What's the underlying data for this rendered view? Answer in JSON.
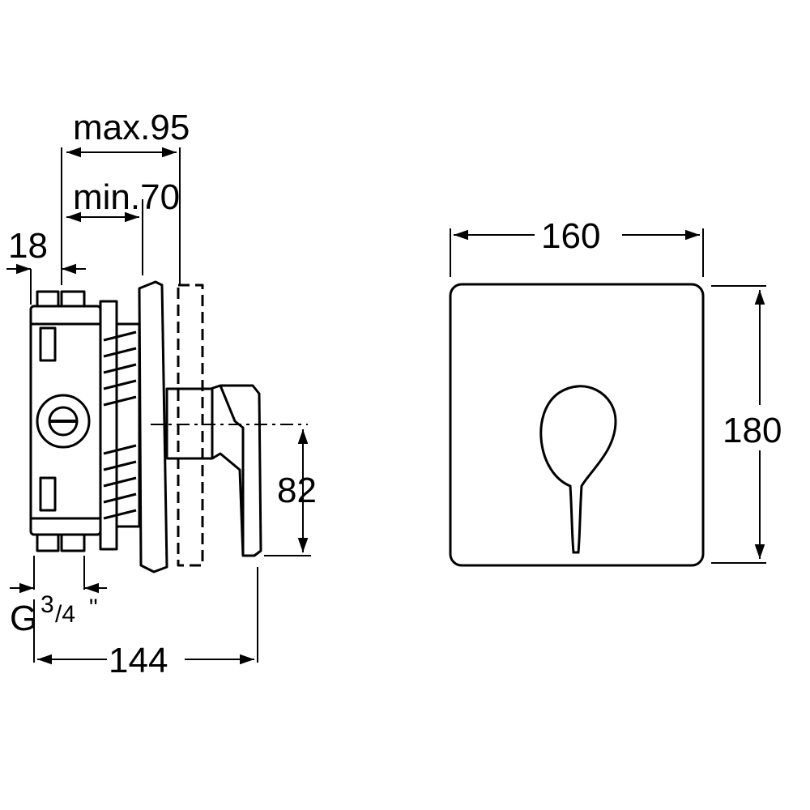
{
  "side_view": {
    "dims": {
      "max_depth": "max.95",
      "min_depth": "min.70",
      "offset": "18",
      "connection_main": "G",
      "connection_frac_num": "3",
      "connection_frac_den": "/4",
      "connection_quote": "\"",
      "height": "82",
      "total_depth": "144"
    }
  },
  "front_view": {
    "dims": {
      "width": "160",
      "height": "180"
    }
  },
  "colors": {
    "line": "#000000",
    "background": "#ffffff"
  }
}
